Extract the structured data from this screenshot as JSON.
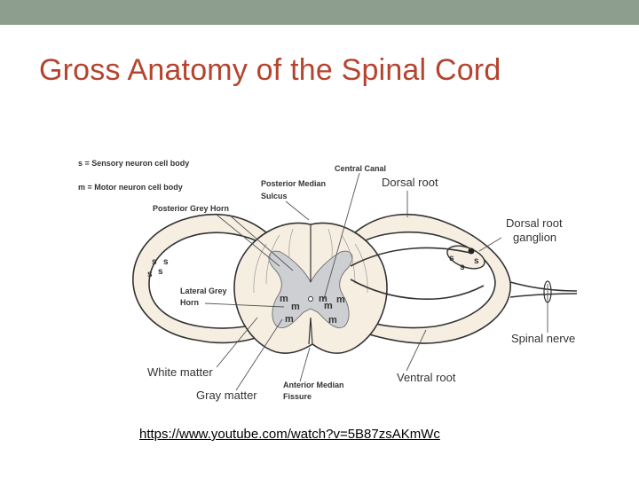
{
  "slide": {
    "title": "Gross Anatomy of the Spinal Cord",
    "link": "https://www.youtube.com/watch?v=5B87zsAKmWc"
  },
  "colors": {
    "title": "#b5442f",
    "top_bar": "#8e9e8e",
    "white_matter": "#f7eee2",
    "gray_matter": "#cdcfd3",
    "outline": "#333333"
  },
  "legend": {
    "sensory": "s = Sensory neuron cell body",
    "motor": "m = Motor neuron cell body"
  },
  "labels": {
    "central_canal": "Central Canal",
    "posterior_median_1": "Posterior Median",
    "posterior_median_2": "Sulcus",
    "dorsal_root": "Dorsal root",
    "posterior_grey_horn": "Posterior Grey Horn",
    "dorsal_root_ganglion_1": "Dorsal root",
    "dorsal_root_ganglion_2": "ganglion",
    "lateral_grey_horn_1": "Lateral Grey",
    "lateral_grey_horn_2": "Horn",
    "spinal_nerve": "Spinal nerve",
    "white_matter": "White matter",
    "gray_matter": "Gray matter",
    "anterior_median_1": "Anterior Median",
    "anterior_median_2": "Fissure",
    "ventral_root": "Ventral root"
  },
  "markers": {
    "sensory": "s",
    "motor": "m"
  }
}
